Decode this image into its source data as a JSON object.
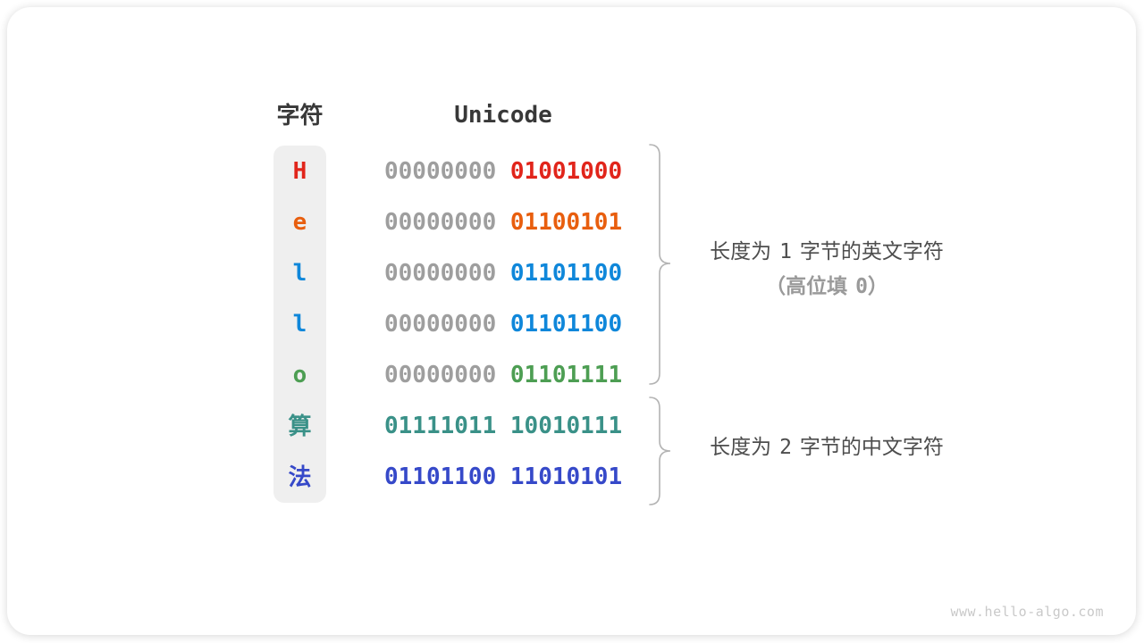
{
  "figure": {
    "headers": {
      "char": "字符",
      "unicode": "Unicode"
    },
    "rows": [
      {
        "char": "H",
        "byte1": "00000000",
        "byte2": "01001000",
        "byte1_color": "#9e9e9e",
        "color": "#e1251b"
      },
      {
        "char": "e",
        "byte1": "00000000",
        "byte2": "01100101",
        "byte1_color": "#9e9e9e",
        "color": "#e85e0e"
      },
      {
        "char": "l",
        "byte1": "00000000",
        "byte2": "01101100",
        "byte1_color": "#9e9e9e",
        "color": "#0f87da"
      },
      {
        "char": "l",
        "byte1": "00000000",
        "byte2": "01101100",
        "byte1_color": "#9e9e9e",
        "color": "#0f87da"
      },
      {
        "char": "o",
        "byte1": "00000000",
        "byte2": "01101111",
        "byte1_color": "#9e9e9e",
        "color": "#4d9e53"
      },
      {
        "char": "算",
        "byte1": "01111011",
        "byte2": "10010111",
        "byte1_color": "#3a9188",
        "color": "#3a9188"
      },
      {
        "char": "法",
        "byte1": "01101100",
        "byte2": "11010101",
        "byte1_color": "#3649c9",
        "color": "#3649c9"
      }
    ],
    "annotations": {
      "english": {
        "prefix": "长度为",
        "num": "1",
        "suffix": "字节的英文字符",
        "note_open": "（高位填",
        "note_num": "0",
        "note_close": "）"
      },
      "chinese": {
        "prefix": "长度为",
        "num": "2",
        "suffix": "字节的中文字符"
      }
    },
    "watermark": "www.hello-algo.com"
  },
  "colors": {
    "gray_byte": "#9e9e9e",
    "header_text": "#383838",
    "annotation_dark": "#4d4d4d",
    "annotation_light": "#9a9a9a",
    "brace_stroke": "#b3b3b3",
    "char_column_bg": "#efefef",
    "card_bg": "#ffffff",
    "watermark": "#c9c9c9"
  }
}
